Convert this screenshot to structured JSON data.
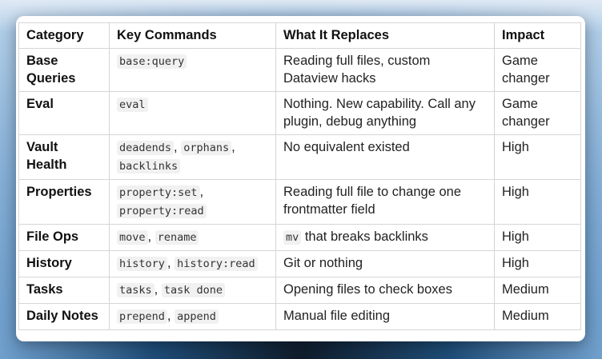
{
  "table": {
    "headers": [
      "Category",
      "Key Commands",
      "What It Replaces",
      "Impact"
    ],
    "rows": [
      {
        "category": "Base Queries",
        "commands": [
          "base:query"
        ],
        "replaces": [
          {
            "text": "Reading full files, custom Dataview hacks"
          }
        ],
        "impact": "Game changer"
      },
      {
        "category": "Eval",
        "commands": [
          "eval"
        ],
        "replaces": [
          {
            "text": "Nothing. New capability. Call any plugin, debug anything"
          }
        ],
        "impact": "Game changer"
      },
      {
        "category": "Vault Health",
        "commands": [
          "deadends",
          "orphans",
          "backlinks"
        ],
        "replaces": [
          {
            "text": "No equivalent existed"
          }
        ],
        "impact": "High"
      },
      {
        "category": "Properties",
        "commands": [
          "property:set",
          "property:read"
        ],
        "replaces": [
          {
            "text": "Reading full file to change one frontmatter field"
          }
        ],
        "impact": "High"
      },
      {
        "category": "File Ops",
        "commands": [
          "move",
          "rename"
        ],
        "replaces": [
          {
            "code": "mv"
          },
          {
            "text": " that breaks backlinks"
          }
        ],
        "impact": "High"
      },
      {
        "category": "History",
        "commands": [
          "history",
          "history:read"
        ],
        "replaces": [
          {
            "text": "Git or nothing"
          }
        ],
        "impact": "High"
      },
      {
        "category": "Tasks",
        "commands": [
          "tasks",
          "task done"
        ],
        "replaces": [
          {
            "text": "Opening files to check boxes"
          }
        ],
        "impact": "Medium"
      },
      {
        "category": "Daily Notes",
        "commands": [
          "prepend",
          "append"
        ],
        "replaces": [
          {
            "text": "Manual file editing"
          }
        ],
        "impact": "Medium"
      }
    ]
  }
}
